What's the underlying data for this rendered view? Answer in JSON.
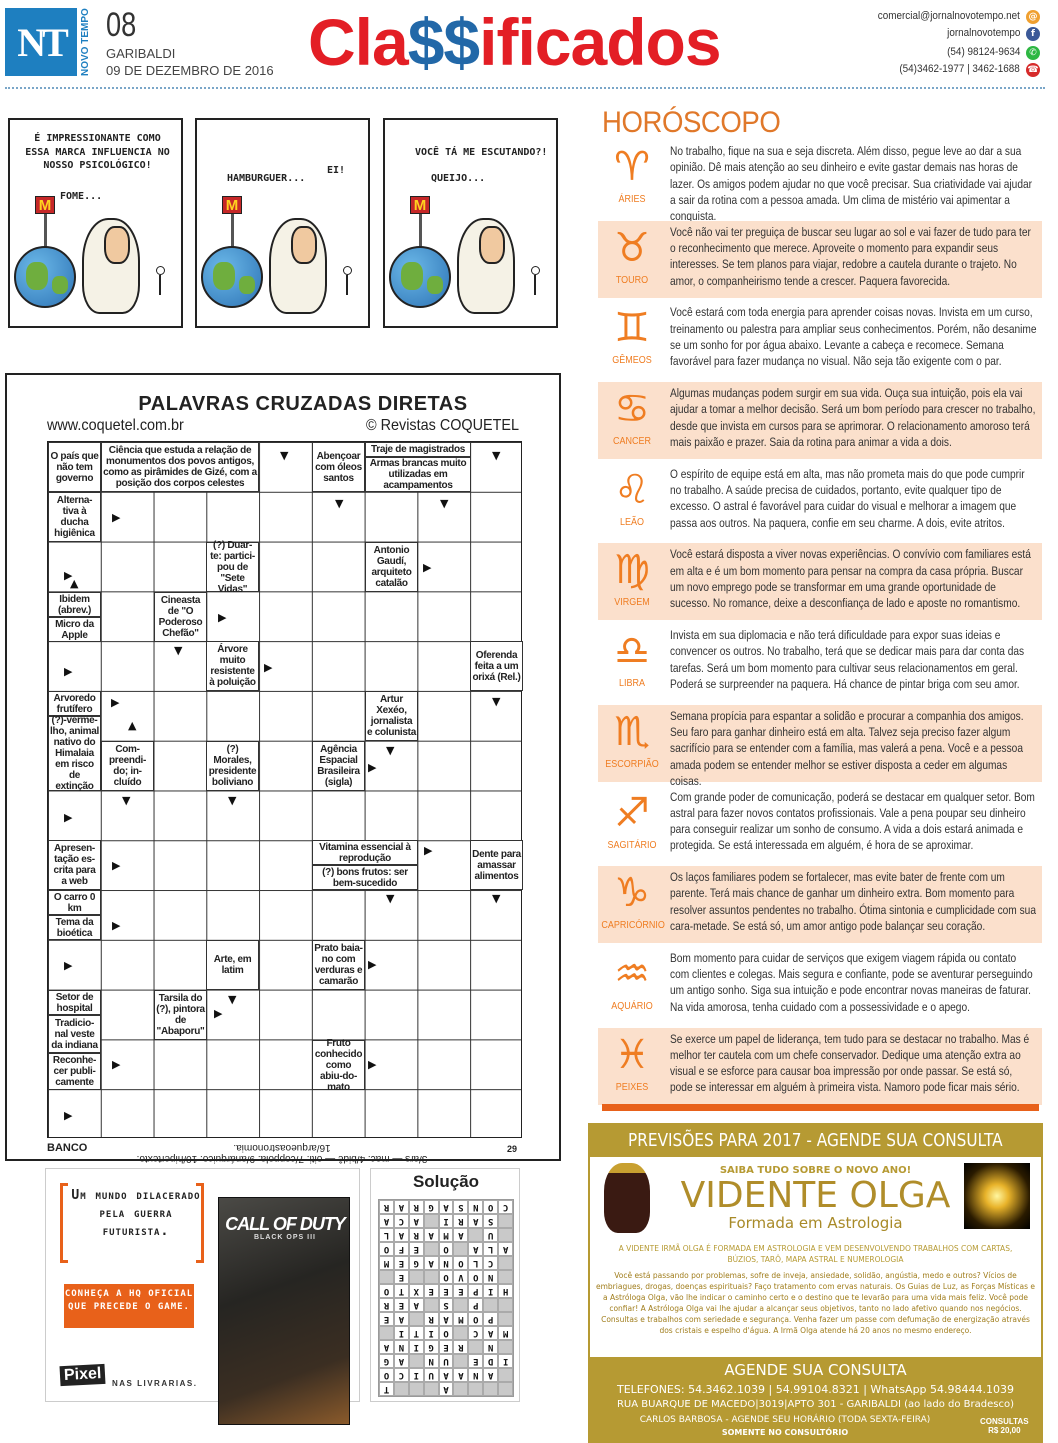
{
  "header": {
    "logo_text": "NT",
    "logo_brand": "NOVO TEMPO",
    "page_number": "08",
    "city": "GARIBALDI",
    "date": "09 DE DEZEMBRO DE 2016",
    "section_title": {
      "part1": "Cla",
      "part2": "$$",
      "part3": "ificados"
    },
    "email": "comercial@jornalnovotempo.net",
    "facebook": "jornalnovotempo",
    "whatsapp": "(54) 98124-9634",
    "phones": "(54)3462-1977 | 3462-1688"
  },
  "comic": {
    "panel1": {
      "speech": "É IMPRESSIONANTE COMO ESSA MARCA INFLUENCIA NO NOSSO PSICOLÓGICO!",
      "thought": "FOME..."
    },
    "panel2": {
      "speech": "HAMBURGUER...",
      "shout": "EI!"
    },
    "panel3": {
      "speech": "VOCÊ TÁ ME ESCUTANDO?!",
      "thought": "QUEIJO..."
    },
    "sign_letter": "M"
  },
  "crossword": {
    "title": "PALAVRAS CRUZADAS DIRETAS",
    "website": "www.coquetel.com.br",
    "copyright": "© Revistas COQUETEL",
    "clues": [
      "O país que não tem governo",
      "Ciência que estuda a relação de monumentos dos povos antigos, como as pirâmides de Gizé, com a posição dos corpos celestes",
      "Abençoar com óleos santos",
      "Traje de magistrados",
      "Armas brancas muito utilizadas em acampamentos",
      "Alterna-tiva à ducha higiênica",
      "(?) Duar-te: partici-pou de \"Sete Vidas\"",
      "Antonio Gaudí, arquiteto catalão",
      "Ibidem (abrev.)",
      "Micro da Apple",
      "Cineasta de \"O Poderoso Chefão\"",
      "Árvore muito resistente à poluição",
      "Oferenda feita a um orixá (Rel.)",
      "Arvoredo frutífero",
      "(?)-verme-lho, animal nativo do Himalaia em risco de extinção",
      "Artur Xexéo, jornalista e colunista",
      "Com-preendi-do; in-cluído",
      "(?) Morales, presidente boliviano",
      "Agência Espacial Brasileira (sigla)",
      "Apresen-tação es-crita para a web",
      "Vitamina essencial à reprodução",
      "(?) bons frutos: ser bem-sucedido",
      "Dente para amassar alimentos",
      "O carro 0 km",
      "Tema da bioética",
      "Arte, em latim",
      "Prato baia-no com verduras e camarão",
      "Setor de hospital",
      "Tarsila do (?), pintora de \"Abaporu\"",
      "Tradicio-nal veste da indiana",
      "Fruto conhecido como abiu-do-mato",
      "Reconhe-cer publi-camente"
    ],
    "bank_label": "BANCO",
    "bank_answers": "3/ars — mac. 4/bidê — oiti. 7/coppola. 9/anárquico. 10/hipertexto. 16/arqueoastronomia.",
    "puzzle_number": "29"
  },
  "solution": {
    "title": "Solução",
    "rows": [
      "    A   T",
      " ANAAUICO",
      "IDE UN AG",
      " N REGINA",
      "MAC OITI ",
      " POMAR AE",
      "  P S AER",
      "HIPEEEXTO",
      " NOVO  E ",
      " CLONAGEM",
      "ALA O EFO",
      " U AMARAL",
      " SARI ACA",
      "CONSAGRAR"
    ]
  },
  "game_ad": {
    "headline": "Um mundo dilacerado pela guerra futurista.",
    "cta": "CONHEÇA A HQ OFICIAL QUE PRECEDE O GAME.",
    "publisher": "Pixel",
    "availability": "NAS LIVRARIAS.",
    "cover_title": "CALL OF DUTY",
    "cover_subtitle": "BLACK OPS III"
  },
  "horoscope": {
    "title": "HORÓSCOPO",
    "signs": [
      {
        "name": "ÁRIES",
        "icon": "aries-icon",
        "glyph": "♈",
        "text": "No trabalho, fique na sua e seja discreta. Além disso, pegue leve ao dar a sua opinião. Dê mais atenção ao seu dinheiro e evite gastar demais nas horas de lazer. Os amigos podem ajudar no que você precisar. Sua criatividade vai ajudar a sair da rotina com a pessoa amada. Um clima de mistério vai apimentar a conquista."
      },
      {
        "name": "TOURO",
        "icon": "taurus-icon",
        "glyph": "♉",
        "text": "Você não vai ter preguiça de buscar seu lugar ao sol e vai fazer de tudo para ter o reconhecimento que merece. Aproveite o momento para expandir seus interesses. Se tem planos para viajar, redobre a cautela durante o trajeto. No amor, o companheirismo tende a crescer. Paquera favorecida."
      },
      {
        "name": "GÊMEOS",
        "icon": "gemini-icon",
        "glyph": "♊",
        "text": "Você estará com toda energia para aprender coisas novas. Invista em um curso, treinamento ou palestra para ampliar seus conhecimentos. Porém, não desanime se um sonho for por água abaixo. Levante a cabeça e recomece. Semana favorável para fazer mudança no visual. Não seja tão exigente com o par."
      },
      {
        "name": "CANCER",
        "icon": "cancer-icon",
        "glyph": "♋",
        "text": "Algumas mudanças podem surgir em sua vida. Ouça sua intuição, pois ela vai ajudar a tomar a melhor decisão. Será um bom período para crescer no trabalho, desde que invista em cursos para se aprimorar. O relacionamento amoroso terá mais paixão e prazer. Saia da rotina para animar a vida a dois."
      },
      {
        "name": "LEÃO",
        "icon": "leo-icon",
        "glyph": "♌",
        "text": "O espírito de equipe está em alta, mas não prometa mais do que pode cumprir no trabalho. A saúde precisa de cuidados, portanto, evite qualquer tipo de excesso. O astral é favorável para cuidar do visual e melhorar a imagem que passa aos outros. Na paquera, confie em seu charme. A dois, evite atritos."
      },
      {
        "name": "VIRGEM",
        "icon": "virgo-icon",
        "glyph": "♍",
        "text": "Você estará disposta a viver novas experiências. O convívio com familiares está em alta e é um bom momento para pensar na compra da casa própria. Buscar um novo emprego pode se transformar em uma grande oportunidade de sucesso. No romance, deixe a desconfiança de lado e aposte no romantismo."
      },
      {
        "name": "LIBRA",
        "icon": "libra-icon",
        "glyph": "♎",
        "text": "Invista em sua diplomacia e não terá dificuldade para expor suas ideias e convencer os outros. No trabalho, terá que se dedicar mais para dar conta das tarefas. Será um bom momento para cultivar seus relacionamentos em geral. Poderá se surpreender na paquera. Há chance de pintar briga com seu amor."
      },
      {
        "name": "ESCORPIÃO",
        "icon": "scorpio-icon",
        "glyph": "♏",
        "text": "Semana propícia para espantar a solidão e procurar a companhia dos amigos. Seu faro para ganhar dinheiro está em alta. Talvez seja preciso fazer algum sacrifício para se entender com a família, mas valerá a pena. Você e a pessoa amada podem se entender melhor se estiver disposta a ceder em algumas coisas."
      },
      {
        "name": "SAGITÁRIO",
        "icon": "sagittarius-icon",
        "glyph": "♐",
        "text": "Com grande poder de comunicação, poderá se destacar em qualquer setor. Bom astral para fazer novos contatos profissionais. Vale a pena poupar seu dinheiro para conseguir realizar um sonho de consumo. A vida a dois estará animada e protegida. Se está interessada em alguém, é hora de se aproximar."
      },
      {
        "name": "CAPRICÓRNIO",
        "icon": "capricorn-icon",
        "glyph": "♑",
        "text": "Os laços familiares podem se fortalecer, mas evite bater de frente com um parente. Terá mais chance de ganhar um dinheiro extra. Bom momento para resolver assuntos pendentes no trabalho. Ótima sintonia e cumplicidade com sua cara-metade. Se está só, um amor antigo pode balançar seu coração."
      },
      {
        "name": "AQUÁRIO",
        "icon": "aquarius-icon",
        "glyph": "♒",
        "text": "Bom momento para cuidar de serviços que exigem viagem rápida ou contato com clientes e colegas. Mais segura e confiante, pode se aventurar perseguindo um antigo sonho. Siga sua intuição e pode encontrar novas maneiras de faturar. Na vida amorosa, tenha cuidado com a possessividade e o apego."
      },
      {
        "name": "PEIXES",
        "icon": "pisces-icon",
        "glyph": "♓",
        "text": "Se exerce um papel de liderança, tem tudo para se destacar no trabalho. Mas é melhor ter cautela com um chefe conservador. Dedique uma atenção extra ao visual e se esforce para causar boa impressão por onde passar. Se está só, pode se interessar em alguém à primeira vista. Namoro pode ficar mais sério."
      }
    ]
  },
  "vidente_ad": {
    "banner": "PREVISÕES PARA 2017 - AGENDE SUA CONSULTA",
    "kicker": "SAIBA TUDO SOBRE O NOVO ANO!",
    "name": "VIDENTE OLGA",
    "subtitle": "Formada em Astrologia",
    "intro": "A VIDENTE IRMÃ OLGA É FORMADA EM ASTROLOGIA E VEM DESENVOLVENDO TRABALHOS COM CARTAS, BÚZIOS, TARÔ, MAPA ASTRAL E NUMEROLOGIA",
    "body": "Você está passando por problemas, sofre de inveja, ansiedade, solidão, angústia, medo e outros? Vícios de embriagues, drogas, doenças espirituais? Faço tratamento com ervas naturais. Os Guias de Luz, as Forças Místicas e a Astróloga Olga, vão lhe indicar o caminho certo e o destino que te levarão para uma vida mais feliz. Você pode confiar! A Astróloga Olga vai lhe ajudar a alcançar seus objetivos, tanto no lado afetivo quando nos negócios. Consultas e trabalhos com seriedade e segurança. Venha fazer um passe com defumação de energização através dos cristais e espelho d'água. A Irmã Olga atende há 20 anos no mesmo endereço.",
    "cta": "AGENDE SUA CONSULTA",
    "phones": "TELEFONES: 54.3462.1039 | 54.99104.8321 | WhatsApp 54.98444.1039",
    "address": "RUA BUARQUE DE MACEDO|3019|APTO 301 - GARIBALDI (ao lado do Bradesco)",
    "carlos": "CARLOS BARBOSA - AGENDE SEU HORÁRIO (TODA SEXTA-FEIRA)",
    "only": "SOMENTE NO CONSULTÓRIO",
    "price_label": "CONSULTAS",
    "price": "R$ 20,00"
  },
  "colors": {
    "accent_orange": "#ef7d22",
    "title_red": "#e31e25",
    "title_blue": "#2268a8",
    "gold": "#b69a33"
  }
}
